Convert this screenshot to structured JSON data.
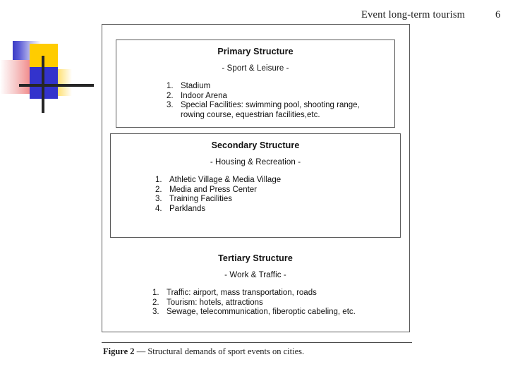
{
  "header": {
    "title": "Event long-term tourism",
    "page_number": "6"
  },
  "logo": {
    "name": "decorative-squares-logo",
    "colors": {
      "blue": "#3333cc",
      "yellow": "#ffcc00",
      "red": "#e83232",
      "line": "#262626"
    }
  },
  "figure": {
    "caption_label": "Figure 2",
    "caption_dash": " — ",
    "caption_text": "Structural demands of sport events on cities.",
    "sections": [
      {
        "title": "Primary Structure",
        "subtitle": "- Sport & Leisure -",
        "items": [
          {
            "number": "1.",
            "text": "Stadium"
          },
          {
            "number": "2.",
            "text": "Indoor Arena"
          },
          {
            "number": "3.",
            "text": "Special Facilities: swimming pool, shooting range, rowing course, equestrian facilities,etc."
          }
        ]
      },
      {
        "title": "Secondary Structure",
        "subtitle": "- Housing & Recreation -",
        "items": [
          {
            "number": "1.",
            "text": "Athletic Village & Media Village"
          },
          {
            "number": "2.",
            "text": "Media and Press Center"
          },
          {
            "number": "3.",
            "text": "Training Facilities"
          },
          {
            "number": "4.",
            "text": "Parklands"
          }
        ]
      },
      {
        "title": "Tertiary Structure",
        "subtitle": "- Work & Traffic -",
        "items": [
          {
            "number": "1.",
            "text": "Traffic: airport, mass transportation, roads"
          },
          {
            "number": "2.",
            "text": "Tourism: hotels, attractions"
          },
          {
            "number": "3.",
            "text": "Sewage, telecommunication, fiberoptic cabeling, etc."
          }
        ]
      }
    ]
  }
}
